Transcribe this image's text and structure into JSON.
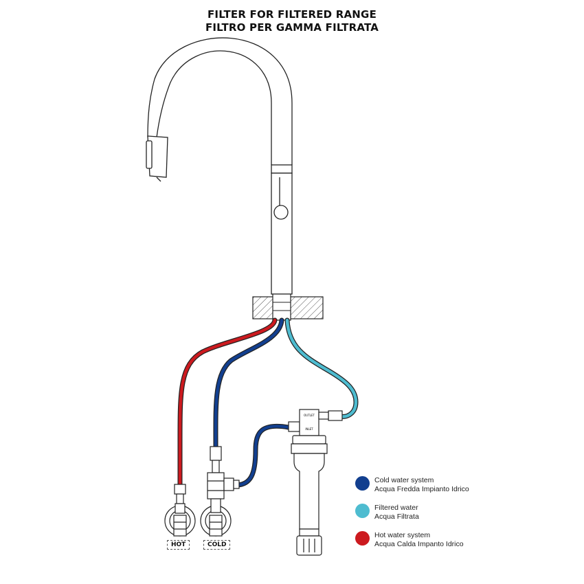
{
  "title": {
    "line1": "FILTER FOR FILTERED RANGE",
    "line2": "FILTRO PER GAMMA FILTRATA"
  },
  "legend": [
    {
      "line1": "Cold water system",
      "line2": "Acqua Fredda Impianto Idrico",
      "color": "#123f8f"
    },
    {
      "line1": "Filtered water",
      "line2": "Acqua Filtrata",
      "color": "#4ebcd0"
    },
    {
      "line1": "Hot water system",
      "line2": "Acqua Calda Impanto Idrico",
      "color": "#cc1a1f"
    }
  ],
  "valves": {
    "hot_label": "HOT",
    "cold_label": "COLD"
  },
  "filter_head": {
    "outlet_label": "OUTLET",
    "inlet_label": "INLET"
  },
  "colors": {
    "line": "#222222",
    "hot": "#cc1a1f",
    "cold": "#123f8f",
    "filtered": "#4ebcd0"
  }
}
